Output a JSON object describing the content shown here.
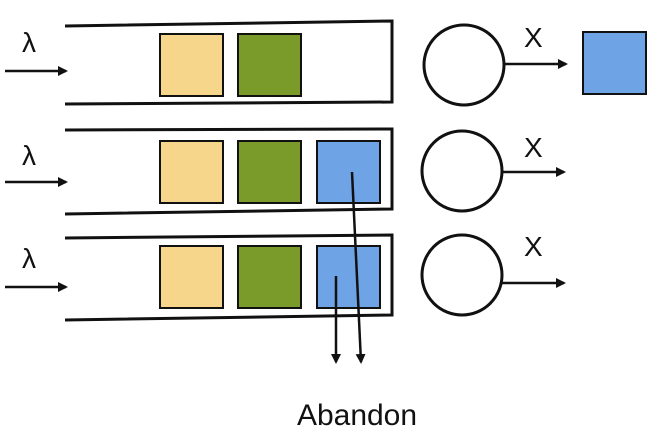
{
  "labels": {
    "arrival_rate": "λ",
    "service_rate": "X",
    "abandon": "Abandon"
  },
  "colors": {
    "stroke": "#111111",
    "item_yellow": "#F5D68A",
    "item_green": "#7A9A2A",
    "item_blue": "#6EA3E6",
    "background": "#FFFFFF"
  },
  "queues": [
    {
      "name": "queue-1",
      "items": [
        "yellow",
        "green"
      ],
      "server_output": "departed-item-blue",
      "abandons": false
    },
    {
      "name": "queue-2",
      "items": [
        "yellow",
        "green",
        "blue"
      ],
      "server_output": null,
      "abandons": true
    },
    {
      "name": "queue-3",
      "items": [
        "yellow",
        "green",
        "blue"
      ],
      "server_output": null,
      "abandons": true
    }
  ]
}
